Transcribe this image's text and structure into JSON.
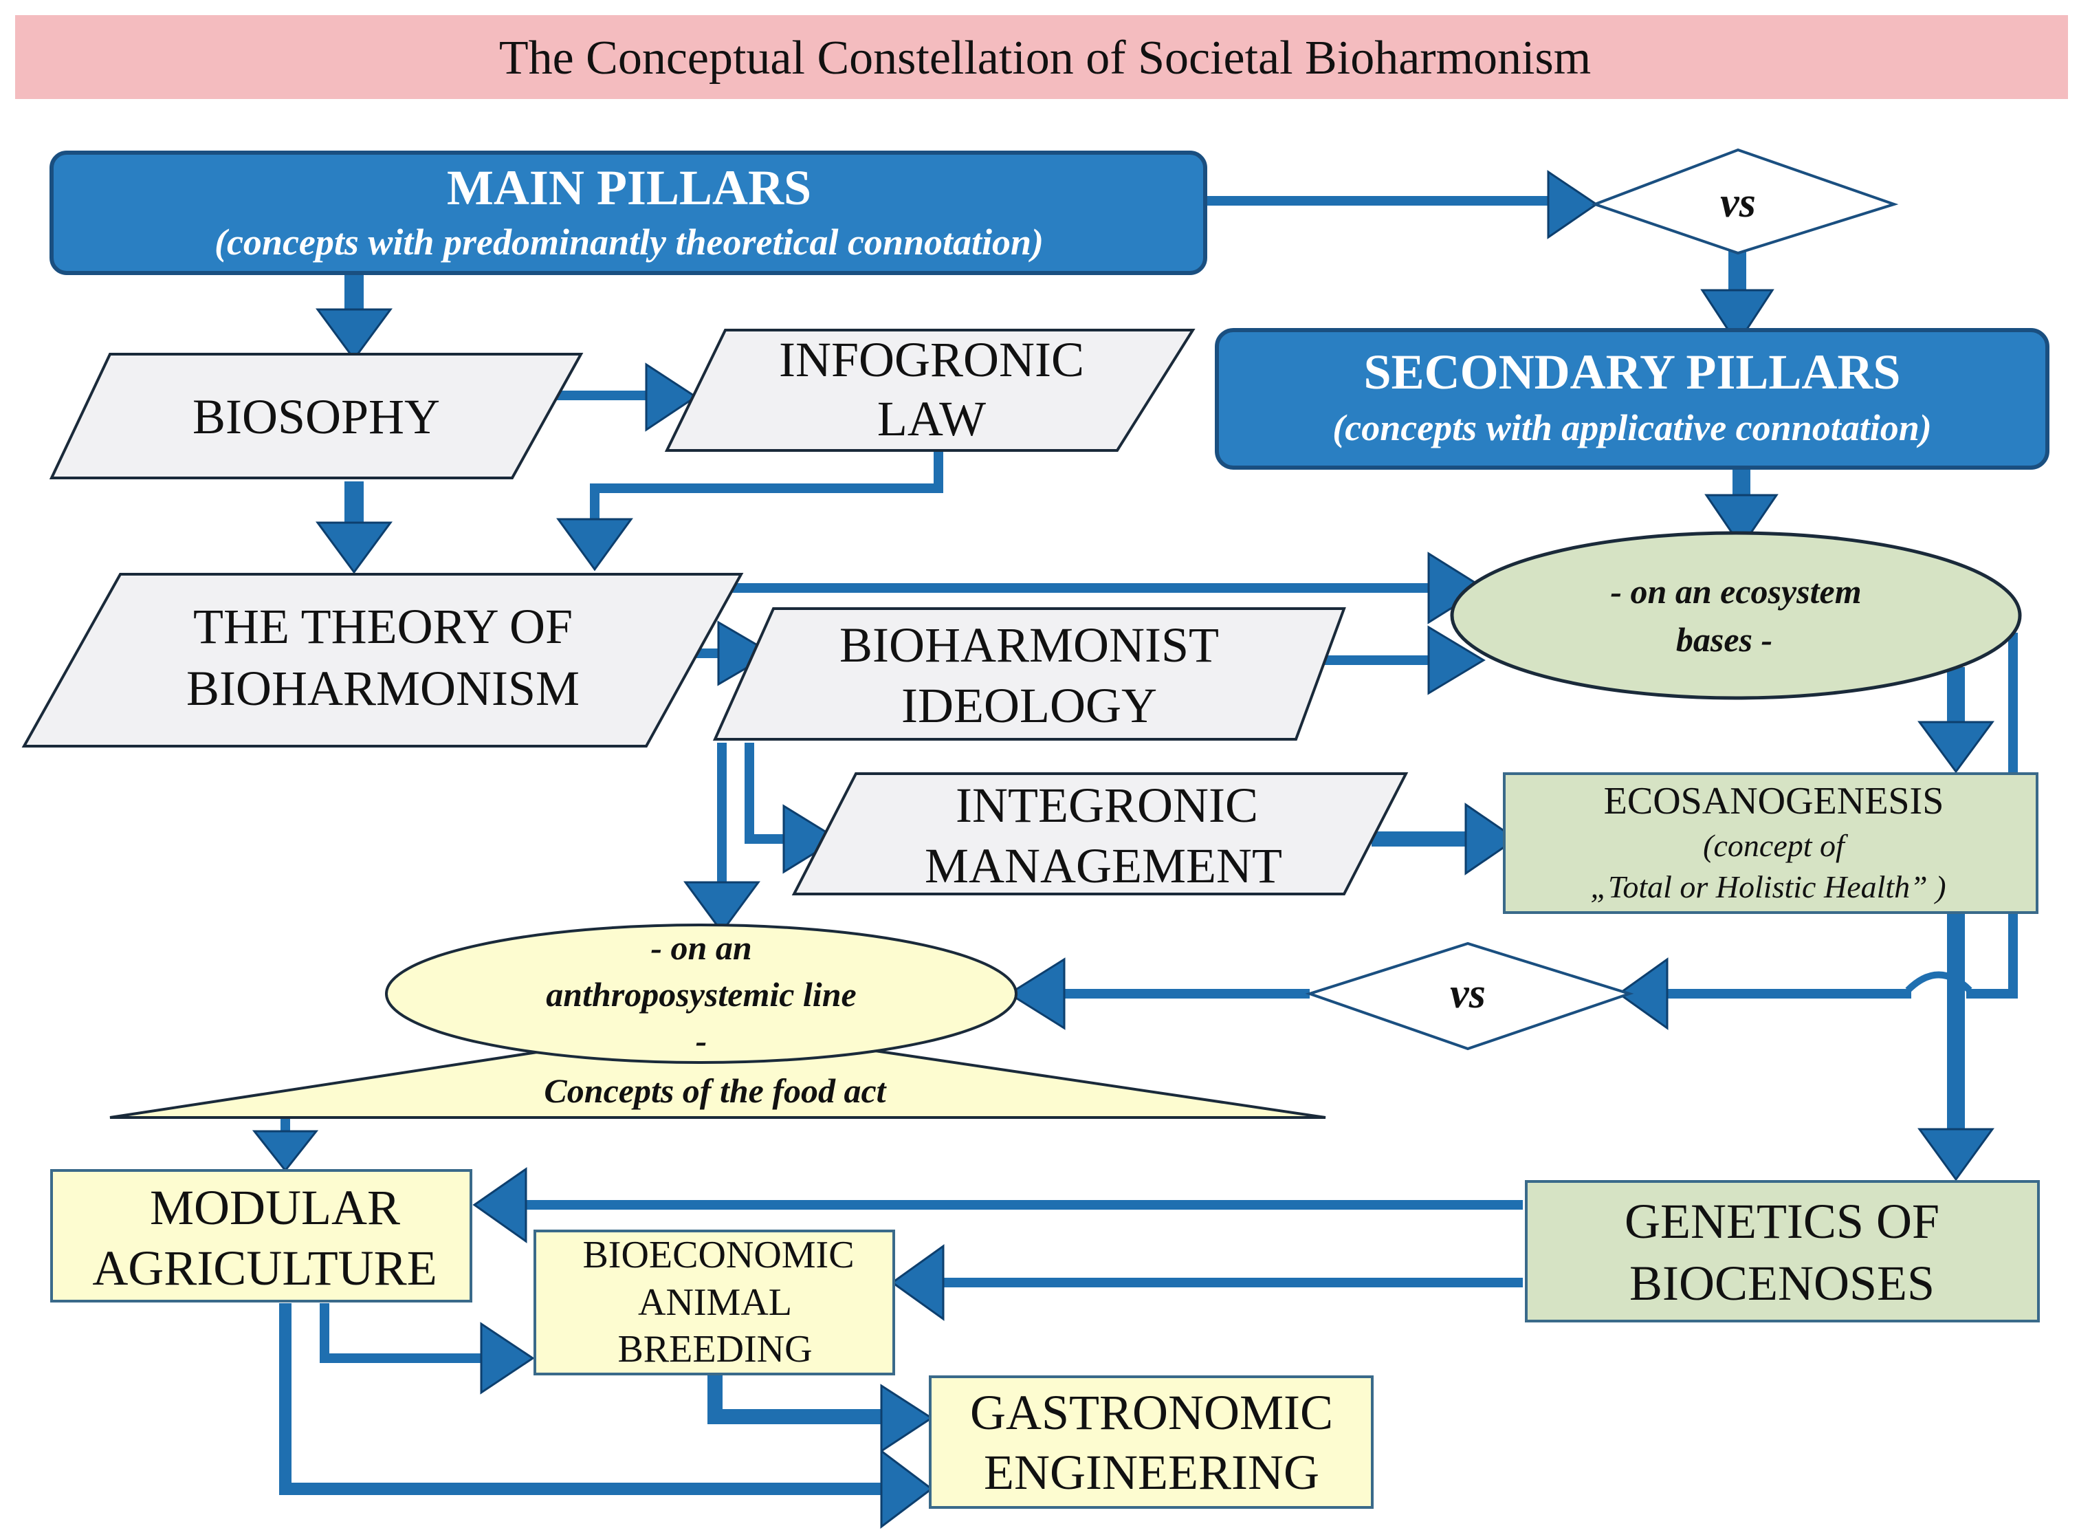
{
  "title": "The Conceptual Constellation of Societal Bioharmonism",
  "main_pillars": {
    "heading": "MAIN PILLARS",
    "subheading": "(concepts with predominantly theoretical connotation)"
  },
  "secondary_pillars": {
    "heading": "SECONDARY PILLARS",
    "subheading": "(concepts with applicative connotation)"
  },
  "vs_top": "vs",
  "vs_middle": "vs",
  "biosophy": "BIOSOPHY",
  "infogronic_law": [
    "INFOGRONIC",
    "LAW"
  ],
  "theory": [
    "THE THEORY OF",
    "BIOHARMONISM"
  ],
  "ideology": [
    "BIOHARMONIST",
    "IDEOLOGY"
  ],
  "integronic": [
    "INTEGRONIC",
    "MANAGEMENT"
  ],
  "ecosystem": [
    "- on an ecosystem",
    "bases -"
  ],
  "ecosanogenesis": {
    "heading": "ECOSANOGENESIS",
    "line1": "(concept of",
    "line2": "„Total or Holistic Health” )"
  },
  "anthropo": [
    "- on an",
    "anthroposystemic line",
    "-",
    "Concepts of the food act"
  ],
  "modular_agriculture": [
    "MODULAR",
    "AGRICULTURE"
  ],
  "bioeconomic": [
    "BIOECONOMIC",
    "ANIMAL",
    "BREEDING"
  ],
  "gastronomic": [
    "GASTRONOMIC",
    "ENGINEERING"
  ],
  "genetics": [
    "GENETICS OF",
    "BIOCENOSES"
  ],
  "colors": {
    "title_band": "#f4bcbf",
    "pillar_blue": "#2a7fc2",
    "pillar_border": "#1a4f80",
    "gray_shape": "#f1f1f3",
    "green_box": "#d6e3c4",
    "yellow_box": "#fdfcd0",
    "arrow_blue": "#1f6fb0"
  }
}
